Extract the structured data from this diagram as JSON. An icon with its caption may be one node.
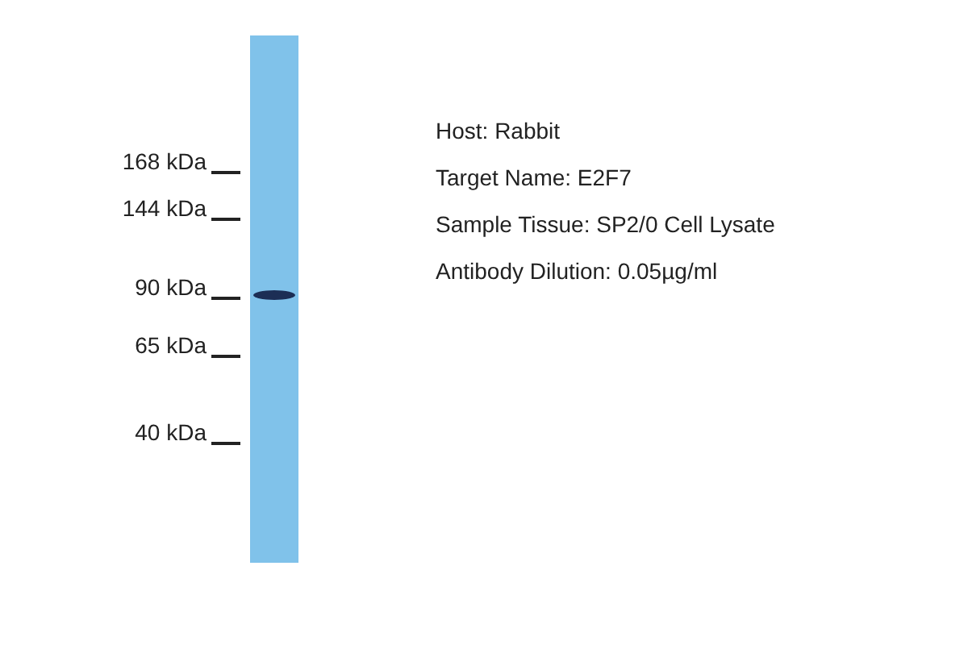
{
  "diagram": {
    "labels": [
      "168 kDa",
      "144 kDa",
      "90 kDa",
      "65 kDa",
      "40 kDa",
      "Host: Rabbit",
      "Target Name: E2F7",
      "Sample Tissue: SP2/0 Cell Lysate",
      "Antibody Dilution: 0.05µg/ml"
    ]
  }
}
